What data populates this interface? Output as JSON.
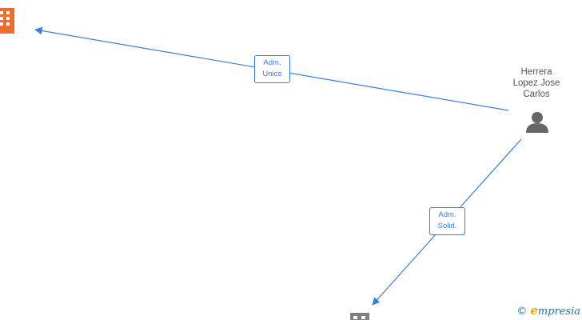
{
  "nodes": {
    "person": {
      "name_lines": [
        "Herrera",
        "Lopez Jose",
        "Carlos"
      ],
      "icon": "person-icon",
      "color": "#666666"
    },
    "company_top_left": {
      "icon": "building-icon",
      "color": "#ef6c2f"
    },
    "company_bottom": {
      "icon": "building-icon",
      "color": "#808080"
    }
  },
  "edges": [
    {
      "label_lines": [
        "Adm.",
        "Unico"
      ]
    },
    {
      "label_lines": [
        "Adm.",
        "Solid."
      ]
    }
  ],
  "edge_color": "#3a7fd5",
  "watermark": {
    "symbol": "©",
    "first_letter": "e",
    "rest": "mpresia"
  }
}
